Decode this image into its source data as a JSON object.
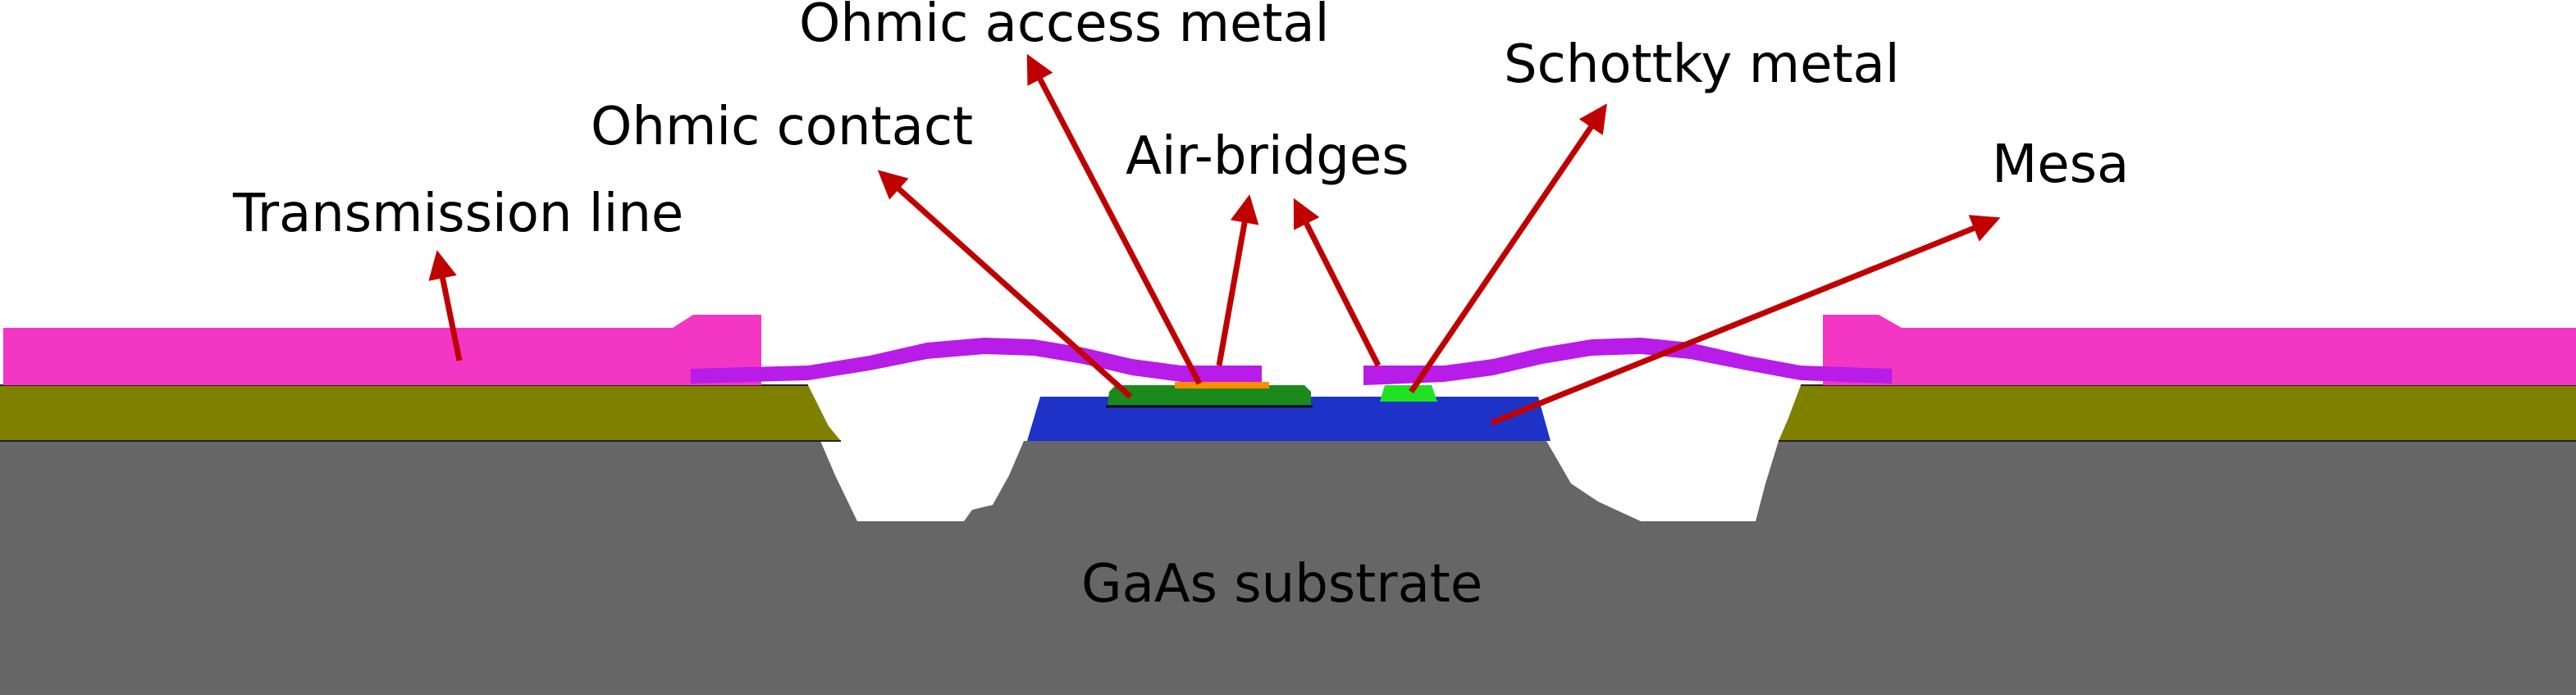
{
  "labels": {
    "ohmic_access_metal": "Ohmic access metal",
    "schottky_metal": "Schottky metal",
    "ohmic_contact": "Ohmic contact",
    "air_bridges": "Air-bridges",
    "mesa": "Mesa",
    "transmission_line": "Transmission line",
    "substrate": "GaAs substrate"
  },
  "colors": {
    "substrate": "#666666",
    "dielectric": "#808000",
    "transmission_line": "#f436c4",
    "air_bridge": "#b81ce8",
    "mesa": "#1f33c8",
    "ohmic_contact": "#1a8a1a",
    "ohmic_access_metal": "#ff8c00",
    "schottky_metal": "#22e022",
    "arrow": "#c00000"
  }
}
